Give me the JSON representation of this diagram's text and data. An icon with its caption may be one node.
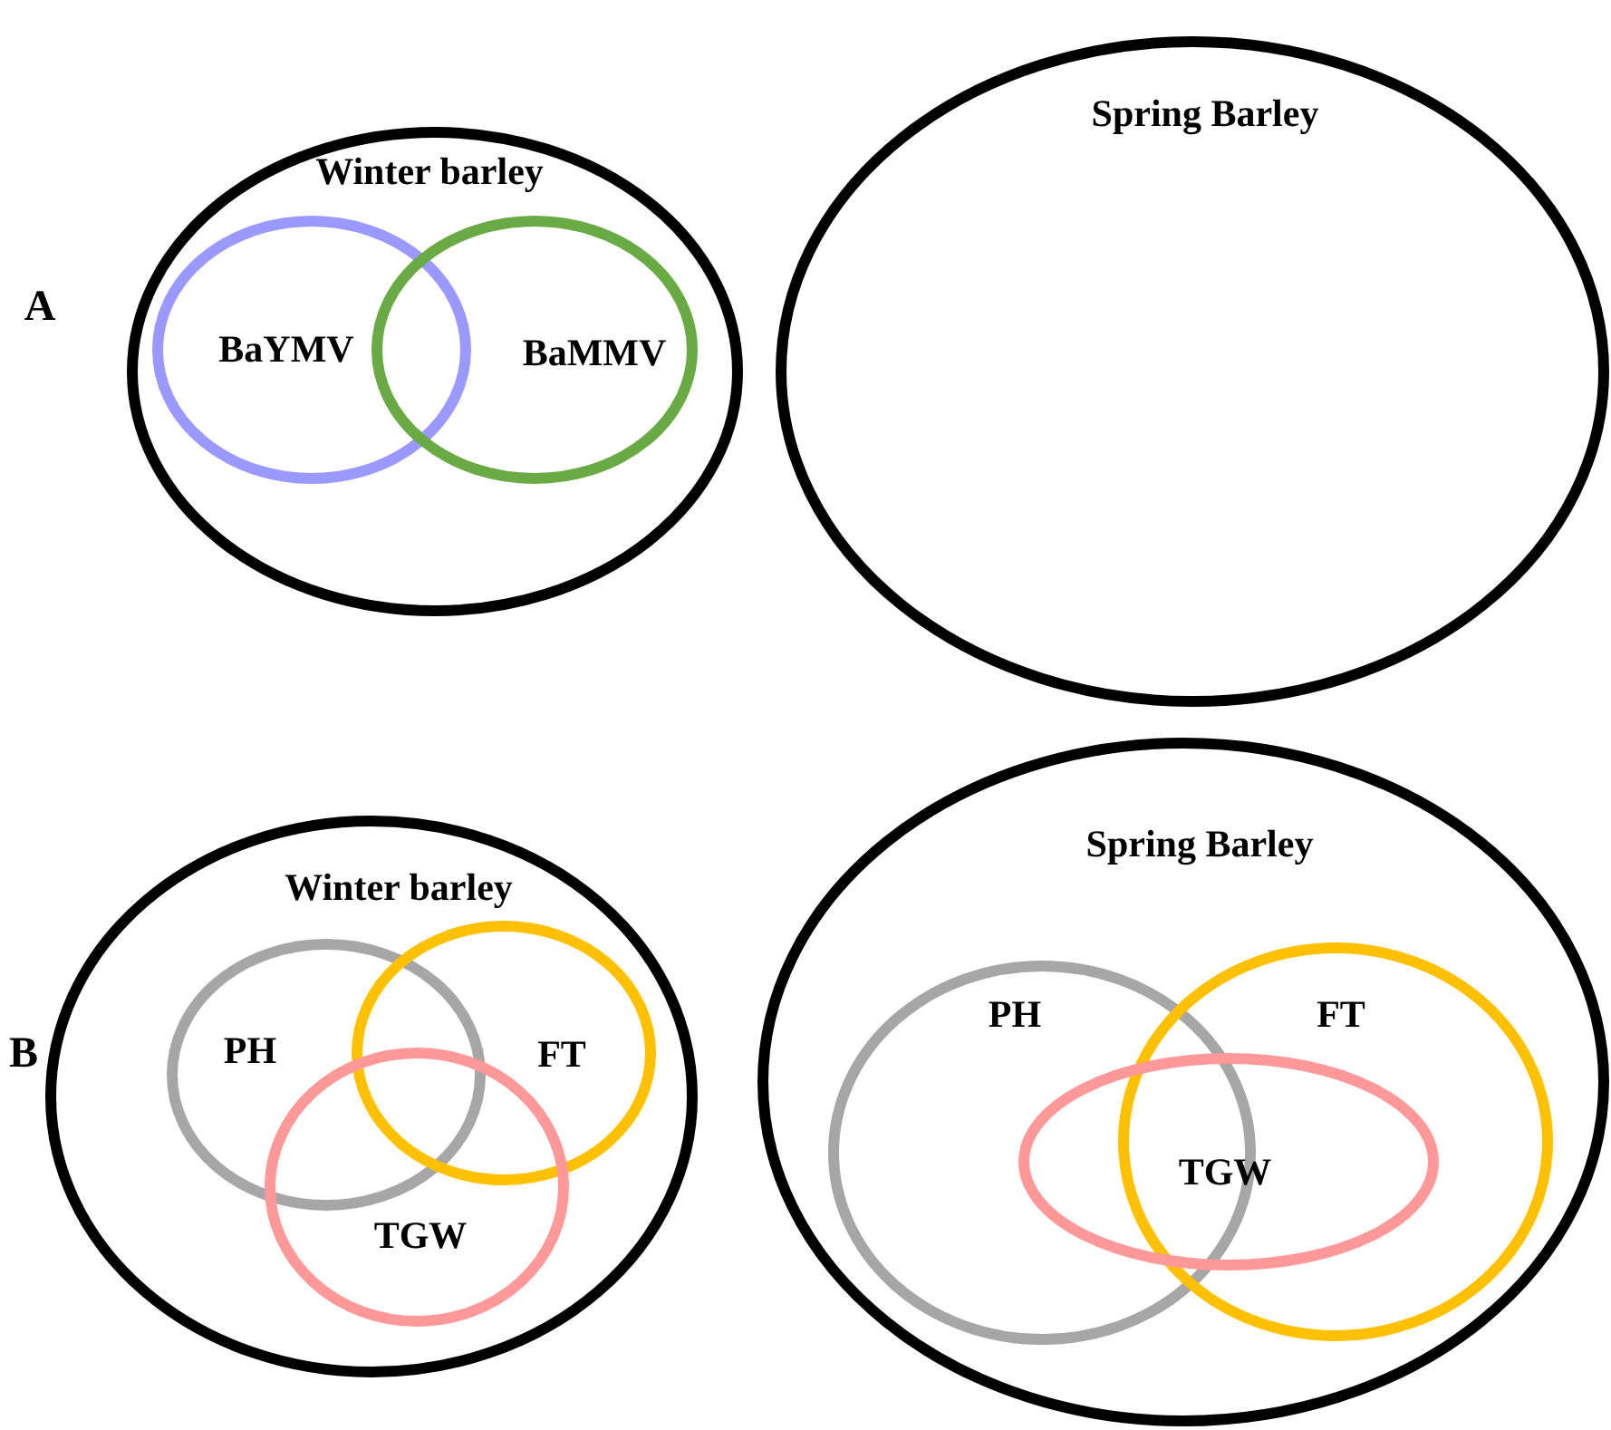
{
  "diagram": {
    "nodes": [
      {
        "text": [
          "Winter barley"
        ]
      },
      {
        "text": [
          "BaYMV"
        ],
        "in": 0
      },
      {
        "text": [
          "BaMMV"
        ],
        "in": 0
      },
      {
        "text": [
          "Spring Barley"
        ]
      },
      {
        "text": [
          "Winter barley"
        ]
      },
      {
        "text": [
          "PH"
        ],
        "in": 4
      },
      {
        "text": [
          "FT"
        ],
        "in": 4
      },
      {
        "text": [
          "TGW"
        ],
        "in": 4
      },
      {
        "text": [
          "Spring Barley"
        ]
      },
      {
        "text": [
          "PH"
        ],
        "in": 8
      },
      {
        "text": [
          "FT"
        ],
        "in": 8
      },
      {
        "text": [
          "TGW"
        ],
        "in": 8
      }
    ],
    "labels": [
      "A",
      "B"
    ]
  }
}
